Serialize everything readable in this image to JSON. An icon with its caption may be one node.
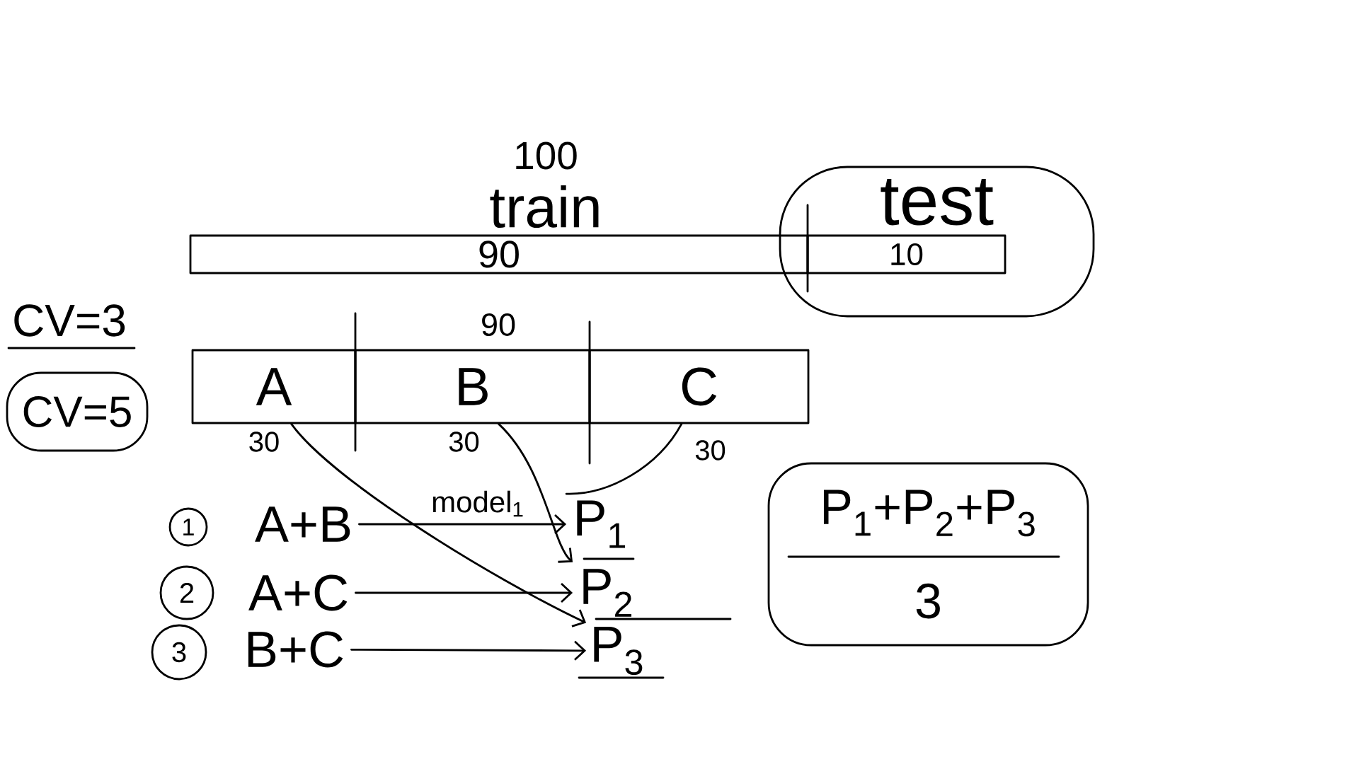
{
  "diagram": {
    "nodes": [
      {
        "text": [
          "90"
        ]
      },
      {
        "text": [
          "test"
        ]
      },
      {
        "text": [
          "10"
        ],
        "in": 1
      },
      {
        "text": [
          "CV=5"
        ]
      },
      {
        "text": [
          "A"
        ],
        "beside": [
          "30"
        ]
      },
      {
        "text": [
          "B"
        ],
        "beside": [
          "30"
        ]
      },
      {
        "text": [
          "C"
        ],
        "beside": [
          "30"
        ]
      },
      {
        "text": [
          "1"
        ]
      },
      {
        "text": [
          "A+B"
        ]
      },
      {
        "text": [
          "P$_{1}$"
        ]
      },
      {
        "text": [
          "2"
        ]
      },
      {
        "text": [
          "A+C"
        ]
      },
      {
        "text": [
          "P$_{2}$"
        ]
      },
      {
        "text": [
          "3"
        ]
      },
      {
        "text": [
          "B+C"
        ]
      },
      {
        "text": [
          "P$_{3}$"
        ]
      },
      {
        "text": [
          "P$_{1}$+P$_{2}$+P$_{3}$",
          "3"
        ]
      }
    ],
    "edges": [
      {
        "from": 8,
        "to": 9,
        "arrow": "to",
        "label": "model$_{1}$"
      },
      {
        "from": 11,
        "to": 12,
        "arrow": "to"
      },
      {
        "from": 14,
        "to": 15,
        "arrow": "to"
      },
      {
        "from": 6,
        "to": 9,
        "arrow": "none"
      },
      {
        "from": 5,
        "to": 12,
        "arrow": "to"
      },
      {
        "from": 4,
        "to": 15,
        "arrow": "to"
      }
    ],
    "labels": [
      "100",
      "train",
      "CV=3",
      "90"
    ]
  }
}
